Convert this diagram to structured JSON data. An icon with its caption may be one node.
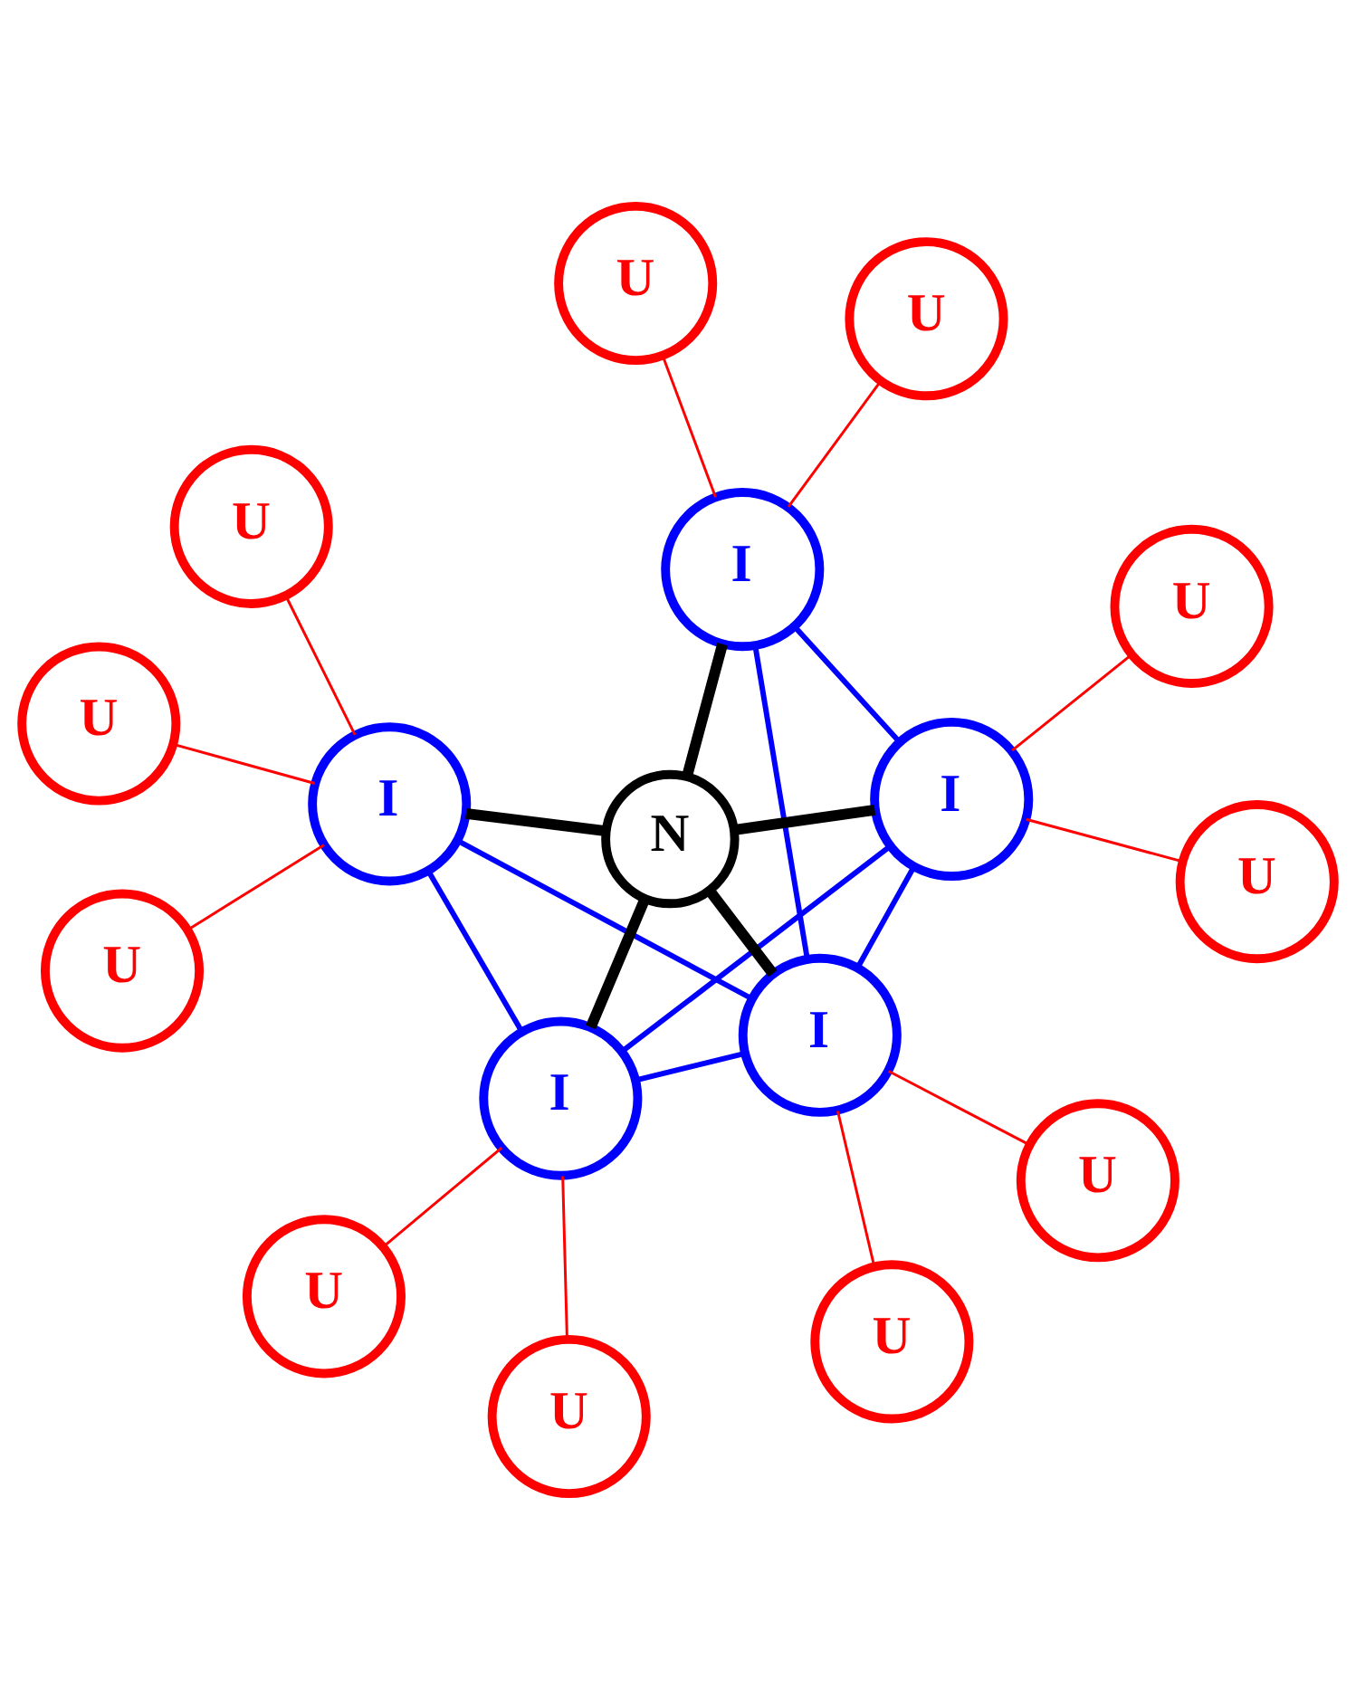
{
  "diagram": {
    "nodes": [
      {
        "text": [
          "U"
        ]
      },
      {
        "text": [
          "U"
        ]
      },
      {
        "text": [
          "U"
        ]
      },
      {
        "text": [
          "U"
        ]
      },
      {
        "text": [
          "U"
        ]
      },
      {
        "text": [
          "I"
        ]
      },
      {
        "text": [
          "I"
        ]
      },
      {
        "text": [
          "I"
        ]
      },
      {
        "text": [
          "N"
        ]
      },
      {
        "text": [
          "U"
        ]
      },
      {
        "text": [
          "U"
        ]
      },
      {
        "text": [
          "I"
        ]
      },
      {
        "text": [
          "I"
        ]
      },
      {
        "text": [
          "U"
        ]
      },
      {
        "text": [
          "U"
        ]
      },
      {
        "text": [
          "U"
        ]
      },
      {
        "text": [
          "U"
        ]
      }
    ],
    "edges": [
      {
        "from": 8,
        "to": 5,
        "arrow": "none",
        "style": "thick",
        "color": "#000000"
      },
      {
        "from": 8,
        "to": 6,
        "arrow": "none",
        "style": "thick",
        "color": "#000000"
      },
      {
        "from": 8,
        "to": 7,
        "arrow": "none",
        "style": "thick",
        "color": "#000000"
      },
      {
        "from": 8,
        "to": 11,
        "arrow": "none",
        "style": "thick",
        "color": "#000000"
      },
      {
        "from": 8,
        "to": 12,
        "arrow": "none",
        "style": "thick",
        "color": "#000000"
      },
      {
        "from": 5,
        "to": 7,
        "arrow": "none",
        "color": "#0000ff"
      },
      {
        "from": 5,
        "to": 6,
        "arrow": "none",
        "color": "#0000ff"
      },
      {
        "from": 7,
        "to": 6,
        "arrow": "none",
        "color": "#0000ff"
      },
      {
        "from": 7,
        "to": 11,
        "arrow": "none",
        "color": "#0000ff"
      },
      {
        "from": 7,
        "to": 12,
        "arrow": "none",
        "color": "#0000ff"
      },
      {
        "from": 11,
        "to": 12,
        "arrow": "none",
        "color": "#0000ff"
      },
      {
        "from": 6,
        "to": 12,
        "arrow": "none",
        "color": "#0000ff"
      },
      {
        "from": 5,
        "to": 0,
        "arrow": "none"
      },
      {
        "from": 5,
        "to": 1,
        "arrow": "none"
      },
      {
        "from": 5,
        "to": 2,
        "arrow": "none"
      },
      {
        "from": 7,
        "to": 4,
        "arrow": "none"
      },
      {
        "from": 7,
        "to": 9,
        "arrow": "none"
      },
      {
        "from": 6,
        "to": 3,
        "arrow": "none"
      },
      {
        "from": 6,
        "to": 10,
        "arrow": "none"
      },
      {
        "from": 11,
        "to": 13,
        "arrow": "none"
      },
      {
        "from": 11,
        "to": 15,
        "arrow": "none"
      },
      {
        "from": 12,
        "to": 16,
        "arrow": "none"
      },
      {
        "from": 12,
        "to": 14,
        "arrow": "none"
      }
    ]
  }
}
